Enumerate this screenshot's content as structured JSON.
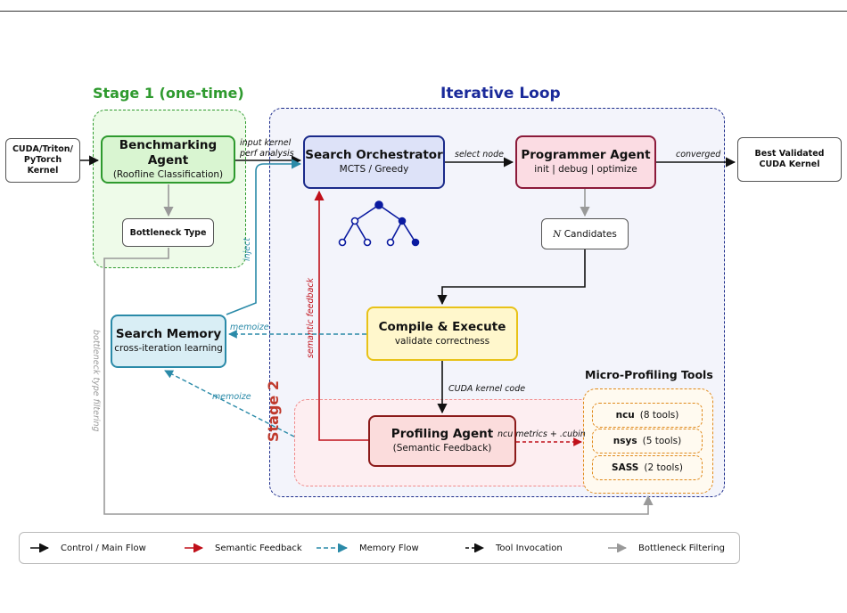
{
  "regions": {
    "stage1_title": "Stage 1 (one-time)",
    "loop_title": "Iterative Loop",
    "stage2_title": "Stage 2",
    "micro_title": "Micro-Profiling Tools"
  },
  "nodes": {
    "input": [
      "CUDA/Triton/",
      "PyTorch",
      "Kernel"
    ],
    "output": [
      "Best Validated",
      "CUDA Kernel"
    ],
    "bench": {
      "title": "Benchmarking Agent",
      "sub": "(Roofline Classification)"
    },
    "bottleneck": "Bottleneck Type",
    "orchestrator": {
      "title": "Search Orchestrator",
      "sub": "MCTS / Greedy"
    },
    "programmer": {
      "title": "Programmer Agent",
      "sub": "init | debug | optimize"
    },
    "candidates": {
      "var": "N",
      "text": "Candidates"
    },
    "compile": {
      "title": "Compile & Execute",
      "sub": "validate correctness"
    },
    "memory": {
      "title": "Search Memory",
      "sub": "cross-iteration learning"
    },
    "profiling": {
      "title": "Profiling Agent",
      "sub": "(Semantic Feedback)"
    }
  },
  "tools": [
    {
      "name": "ncu",
      "count": "(8 tools)"
    },
    {
      "name": "nsys",
      "count": "(5 tools)"
    },
    {
      "name": "SASS",
      "count": "(2 tools)"
    }
  ],
  "edge_labels": {
    "input_kernel": "input kernel",
    "perf_analysis": "perf analysis",
    "select_node": "select node",
    "converged": "converged",
    "inject": "inject",
    "memoize_top": "memoize",
    "memoize_bottom": "memoize",
    "semantic_feedback": "semantic feedback",
    "cuda_kernel_code": "CUDA kernel code",
    "ncu_metrics": "ncu metrics + .cubin",
    "bottleneck_filtering": "bottleneck type filtering"
  },
  "legend": [
    {
      "label": "Control / Main Flow",
      "color": "#111111",
      "style": "solid"
    },
    {
      "label": "Semantic Feedback",
      "color": "#c0101a",
      "style": "solid"
    },
    {
      "label": "Memory Flow",
      "color": "#2a8aa8",
      "style": "dashed"
    },
    {
      "label": "Tool Invocation",
      "color": "#111111",
      "style": "dashed"
    },
    {
      "label": "Bottleneck Filtering",
      "color": "#999999",
      "style": "solid"
    }
  ],
  "colors": {
    "control": "#111111",
    "feedback": "#c0101a",
    "memory": "#2a8aa8",
    "filter": "#999999",
    "tree": "#0a1aa0"
  }
}
